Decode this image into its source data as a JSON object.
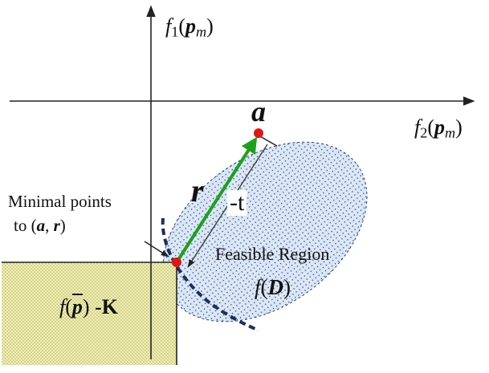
{
  "labels": {
    "f1": {
      "base": "f",
      "index": "1",
      "arg_open": "(",
      "arg": "p",
      "arg_sub": "m",
      "arg_close": ")"
    },
    "f2": {
      "base": "f",
      "index": "2",
      "arg_open": "(",
      "arg": "p",
      "arg_sub": "m",
      "arg_close": ")"
    },
    "point_a": "a",
    "vector_r": "r",
    "minus_t": "-t",
    "minimal_line1": "Minimal points",
    "minimal_line2_pre": "to (",
    "minimal_a": "a",
    "minimal_comma": ", ",
    "minimal_r": "r",
    "minimal_close": ")",
    "feasible_region": "Feasible Region",
    "f_of_D": {
      "f": "f",
      "open": "(",
      "D": "D",
      "close": ")"
    },
    "cone": {
      "f": "f",
      "open": "(",
      "p": "p",
      "close": ")",
      "minus_K": " -K"
    }
  },
  "colors": {
    "axis": "#222222",
    "ellipse_fill": "#dbe7f5",
    "ellipse_dots": "#1f3f7a",
    "cone_fill": "#f3f2b8",
    "cone_pattern": "#c9c77a",
    "vector": "#1ca01c",
    "point": "#e01515",
    "dashed_boundary": "#1a2f5e"
  }
}
